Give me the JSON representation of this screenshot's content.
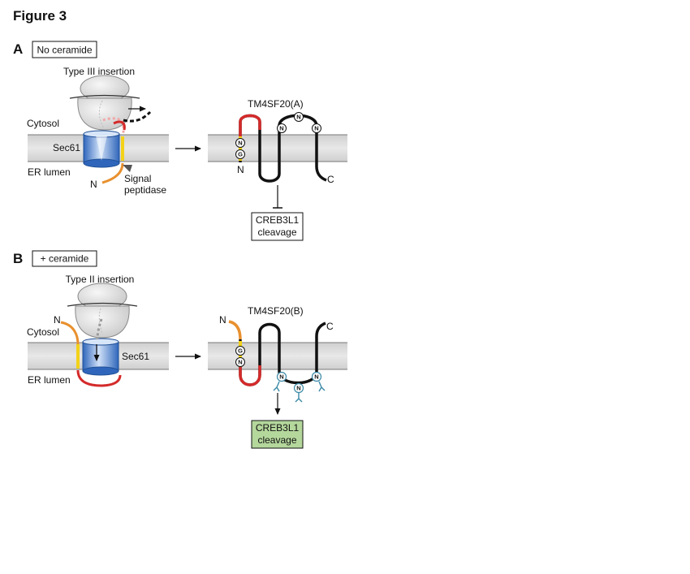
{
  "figure_title": "Figure 3",
  "colors": {
    "membrane_fill": "#d9d9d9",
    "membrane_line": "#7a7a7a",
    "sec61_blue": "#4f86d6",
    "ribosome_grey": "#e4e4e4",
    "red_segment": "#d42a2a",
    "orange_segment": "#e8902e",
    "yellow_segment": "#f3d21a",
    "black_chain": "#111111",
    "glycan_teal": "#3a89a6",
    "green_box": "#b4d79c",
    "peptidase_triangle": "#555555"
  },
  "panel_a": {
    "letter": "A",
    "condition": "No ceramide",
    "insertion_label": "Type III insertion",
    "cytosol_label": "Cytosol",
    "sec61_label": "Sec61",
    "lumen_label": "ER lumen",
    "n_terminus": "N",
    "peptidase_label_line1": "Signal",
    "peptidase_label_line2": "peptidase",
    "protein_label": "TM4SF20(A)",
    "protein_n": "N",
    "protein_c": "C",
    "residue_n": "N",
    "residue_g": "G",
    "outcome_line1": "CREB3L1",
    "outcome_line2": "cleavage",
    "outcome_effect": "inhibits"
  },
  "panel_b": {
    "letter": "B",
    "condition": "+ ceramide",
    "insertion_label": "Type II insertion",
    "cytosol_label": "Cytosol",
    "sec61_label": "Sec61",
    "lumen_label": "ER lumen",
    "n_terminus": "N",
    "protein_label": "TM4SF20(B)",
    "protein_n": "N",
    "protein_c": "C",
    "residue_n": "N",
    "residue_g": "G",
    "outcome_line1": "CREB3L1",
    "outcome_line2": "cleavage",
    "outcome_effect": "activates"
  }
}
